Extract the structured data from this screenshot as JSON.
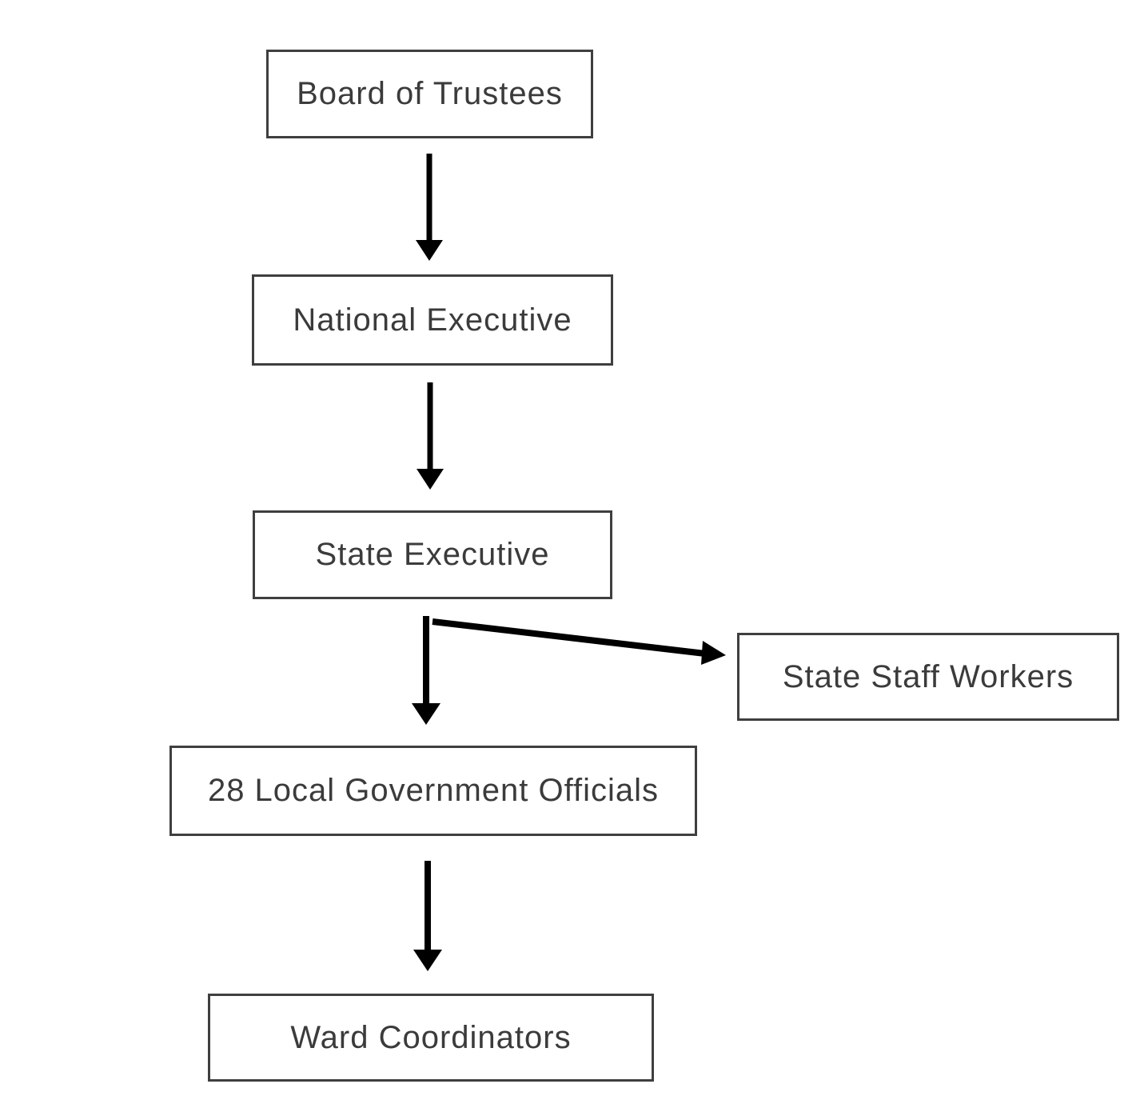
{
  "diagram": {
    "type": "org-flowchart",
    "background": "#ffffff",
    "colors": {
      "box_border": "#3f3f3f",
      "box_fill": "#ffffff",
      "text": "#3b3b3b",
      "arrow": "#000000"
    },
    "nodes": {
      "board": {
        "label": "Board of Trustees"
      },
      "national": {
        "label": "National Executive"
      },
      "state": {
        "label": "State Executive"
      },
      "staff": {
        "label": "State Staff Workers"
      },
      "local": {
        "label": "28 Local Government Officials"
      },
      "ward": {
        "label": "Ward Coordinators"
      }
    },
    "edges": [
      {
        "from": "Board of Trustees",
        "to": "National Executive",
        "direction": "down"
      },
      {
        "from": "National Executive",
        "to": "State Executive",
        "direction": "down"
      },
      {
        "from": "State Executive",
        "to": "28 Local Government Officials",
        "direction": "down"
      },
      {
        "from": "State Executive",
        "to": "State Staff Workers",
        "direction": "right-diagonal"
      },
      {
        "from": "28 Local Government Officials",
        "to": "Ward Coordinators",
        "direction": "down"
      }
    ]
  }
}
